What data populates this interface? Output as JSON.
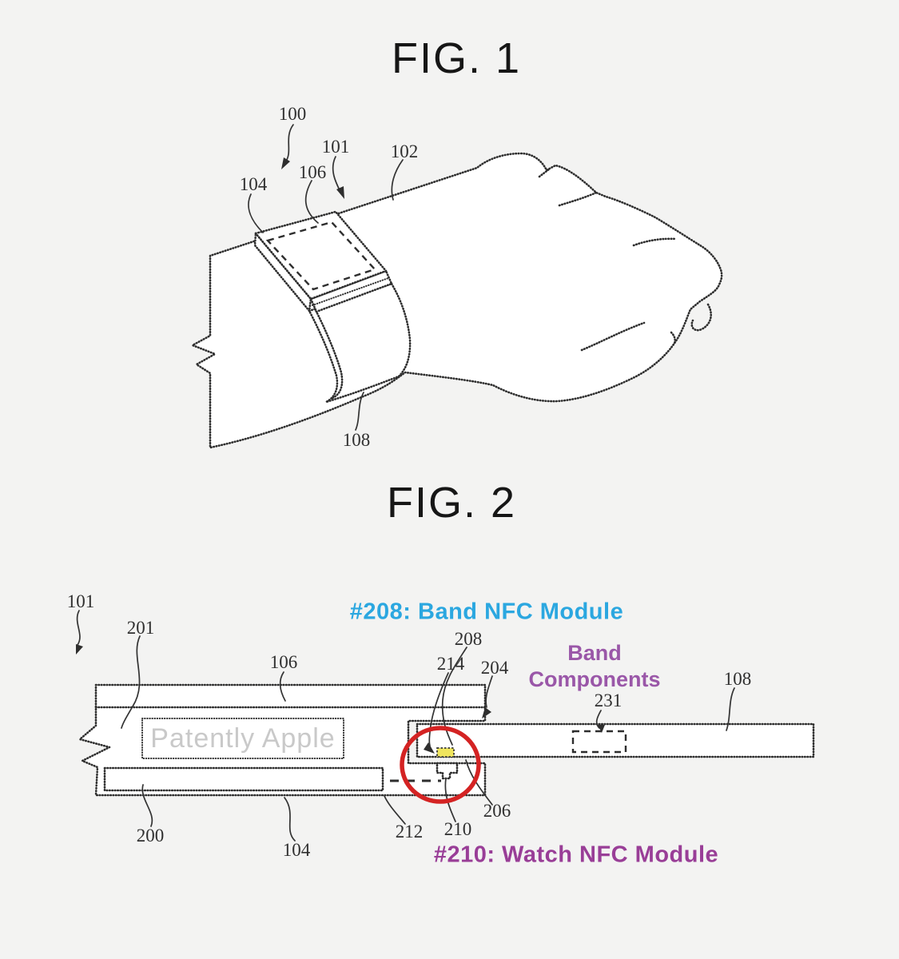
{
  "page": {
    "background": "#f3f3f2"
  },
  "colors": {
    "line": "#2e2e2e",
    "highlight_red": "#d42323",
    "chip_yellow": "#efe55e",
    "blue": "#2ba7e0",
    "purple": "#9a57a8",
    "magenta": "#993e97",
    "watermark_gray": "#c9c9c9"
  },
  "fig1": {
    "title": "FIG. 1",
    "refs": {
      "r100": "100",
      "r101": "101",
      "r102": "102",
      "r104": "104",
      "r106": "106",
      "r108": "108"
    }
  },
  "fig2": {
    "title": "FIG. 2",
    "heading_blue": "#208: Band NFC Module",
    "heading_purple_line1": "Band",
    "heading_purple_line2": "Components",
    "heading_magenta": "#210: Watch NFC Module",
    "watermark": "Patently Apple",
    "refs": {
      "r101": "101",
      "r201": "201",
      "r106": "106",
      "r208": "208",
      "r214": "214",
      "r204": "204",
      "r231": "231",
      "r108": "108",
      "r200": "200",
      "r104": "104",
      "r212": "212",
      "r210": "210",
      "r206": "206"
    }
  }
}
